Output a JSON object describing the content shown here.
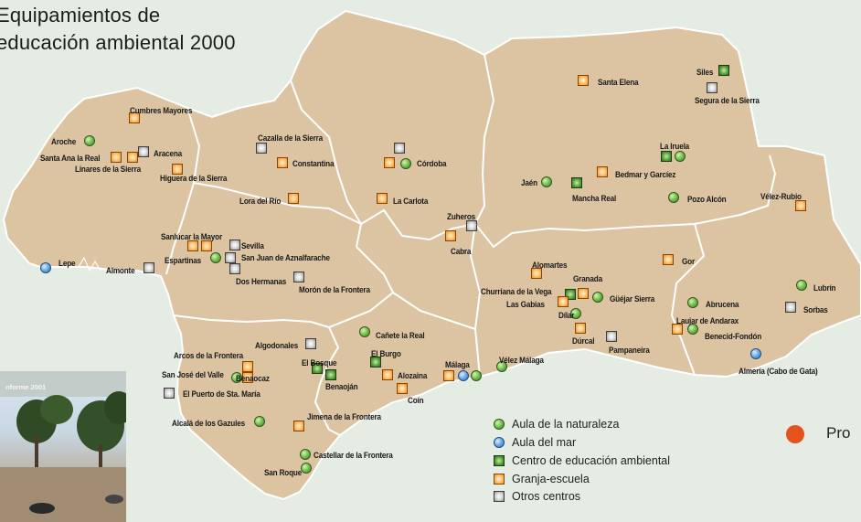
{
  "title": {
    "line1": "Equipamientos de",
    "line2": "educación ambiental 2000"
  },
  "colors": {
    "land": "#dcc4a2",
    "border": "#ffffff",
    "water": "#e4ece3",
    "aula_naturaleza": "#7cc253",
    "aula_mar": "#77aee5",
    "centro": "#5fa63f",
    "granja": "#f08c1c",
    "otros": "#d9d9d9",
    "accent_dot": "#e4531b"
  },
  "legend": {
    "items": [
      {
        "type": "aula-naturaleza",
        "label": "Aula de la naturaleza"
      },
      {
        "type": "aula-mar",
        "label": "Aula del mar"
      },
      {
        "type": "centro",
        "label": "Centro de educación ambiental"
      },
      {
        "type": "granja",
        "label": "Granja-escuela"
      },
      {
        "type": "otros",
        "label": "Otros centros"
      }
    ]
  },
  "callout": {
    "text": "Pro"
  },
  "photo": {
    "caption": "nforme 2001"
  },
  "places": [
    {
      "name": "Cumbres Mayores",
      "type": "granja"
    },
    {
      "name": "Aroche",
      "type": "aula-naturaleza"
    },
    {
      "name": "Aracena",
      "type": "otros"
    },
    {
      "name": "Santa Ana la Real",
      "type": "granja"
    },
    {
      "name": "Linares de la Sierra",
      "type": "granja"
    },
    {
      "name": "Higuera de la Sierra",
      "type": "granja"
    },
    {
      "name": "Cazalla de la Sierra",
      "type": "otros"
    },
    {
      "name": "Constantina",
      "type": "granja"
    },
    {
      "name": "Córdoba",
      "type": "aula-naturaleza"
    },
    {
      "name": "Córdoba",
      "type": "otros"
    },
    {
      "name": "Córdoba",
      "type": "granja"
    },
    {
      "name": "Lora del Río",
      "type": "granja"
    },
    {
      "name": "La Carlota",
      "type": "granja"
    },
    {
      "name": "Santa Elena",
      "type": "granja"
    },
    {
      "name": "Siles",
      "type": "centro"
    },
    {
      "name": "Segura de la Sierra",
      "type": "otros"
    },
    {
      "name": "La Iruela",
      "type": "centro"
    },
    {
      "name": "La Iruela",
      "type": "aula-naturaleza"
    },
    {
      "name": "Bedmar y Garcíez",
      "type": "granja"
    },
    {
      "name": "Jaén",
      "type": "aula-naturaleza"
    },
    {
      "name": "Mancha Real",
      "type": "centro"
    },
    {
      "name": "Pozo Alcón",
      "type": "aula-naturaleza"
    },
    {
      "name": "Vélez-Rubio",
      "type": "granja"
    },
    {
      "name": "Zuheros",
      "type": "otros"
    },
    {
      "name": "Cabra",
      "type": "granja"
    },
    {
      "name": "Sanlúcar la Mayor",
      "type": "granja"
    },
    {
      "name": "Espartinas",
      "type": "granja"
    },
    {
      "name": "Sevilla",
      "type": "otros"
    },
    {
      "name": "San Juan de Aznalfarache",
      "type": "otros"
    },
    {
      "name": "San Juan de Aznalfarache",
      "type": "aula-naturaleza"
    },
    {
      "name": "Dos Hermanas",
      "type": "otros"
    },
    {
      "name": "Lepe",
      "type": "aula-mar"
    },
    {
      "name": "Almonte",
      "type": "otros"
    },
    {
      "name": "Morón de la Frontera",
      "type": "otros"
    },
    {
      "name": "Alomartes",
      "type": "granja"
    },
    {
      "name": "Gor",
      "type": "granja"
    },
    {
      "name": "Granada",
      "type": "granja"
    },
    {
      "name": "Granada",
      "type": "centro"
    },
    {
      "name": "Churriana de la Vega",
      "type": "otros"
    },
    {
      "name": "Las Gabias",
      "type": "granja"
    },
    {
      "name": "Güéjar Sierra",
      "type": "aula-naturaleza"
    },
    {
      "name": "Dílar",
      "type": "aula-naturaleza"
    },
    {
      "name": "Dúrcal",
      "type": "granja"
    },
    {
      "name": "Pampaneira",
      "type": "otros"
    },
    {
      "name": "Lubrín",
      "type": "aula-naturaleza"
    },
    {
      "name": "Sorbas",
      "type": "otros"
    },
    {
      "name": "Abrucena",
      "type": "aula-naturaleza"
    },
    {
      "name": "Laujar de Andarax",
      "type": "granja"
    },
    {
      "name": "Benecid-Fondón",
      "type": "aula-naturaleza"
    },
    {
      "name": "Almería (Cabo de Gata)",
      "type": "aula-mar"
    },
    {
      "name": "Cañete la Real",
      "type": "aula-naturaleza"
    },
    {
      "name": "Algodonales",
      "type": "otros"
    },
    {
      "name": "El Burgo",
      "type": "centro"
    },
    {
      "name": "Arcos de la Frontera",
      "type": "granja"
    },
    {
      "name": "El Bosque",
      "type": "centro"
    },
    {
      "name": "San José del Valle",
      "type": "aula-naturaleza"
    },
    {
      "name": "Benaocaz",
      "type": "granja"
    },
    {
      "name": "Benaoján",
      "type": "centro"
    },
    {
      "name": "Alozaina",
      "type": "granja"
    },
    {
      "name": "Coín",
      "type": "granja"
    },
    {
      "name": "Málaga",
      "type": "granja"
    },
    {
      "name": "Málaga",
      "type": "aula-mar"
    },
    {
      "name": "Málaga",
      "type": "aula-naturaleza"
    },
    {
      "name": "Vélez Málaga",
      "type": "aula-naturaleza"
    },
    {
      "name": "El Puerto de Sta. María",
      "type": "otros"
    },
    {
      "name": "Alcalá de los Gazules",
      "type": "aula-naturaleza"
    },
    {
      "name": "Jimena de la Frontera",
      "type": "granja"
    },
    {
      "name": "Castellar de la Frontera",
      "type": "aula-naturaleza"
    },
    {
      "name": "San Roque",
      "type": "aula-naturaleza"
    }
  ]
}
